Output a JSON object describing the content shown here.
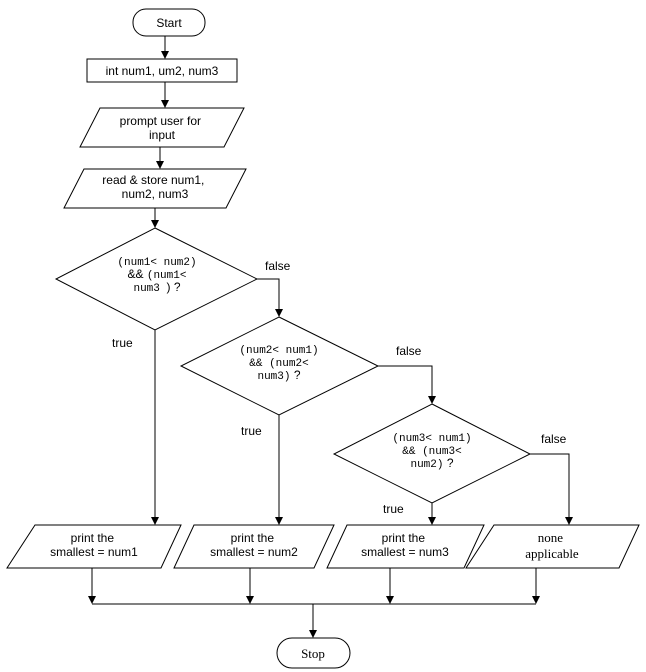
{
  "flowchart": {
    "start_label": "Start",
    "declare_label": "int num1, um2, num3",
    "prompt_lines": [
      "prompt user for",
      "input"
    ],
    "read_lines": [
      "read & store num1,",
      "num2, num3"
    ],
    "decision1": {
      "lines": [
        [
          {
            "t": "(num1< num2)",
            "f": "mono"
          }
        ],
        [
          {
            "t": "&& ",
            "f": "sans"
          },
          {
            "t": "(num1<",
            "f": "mono"
          }
        ],
        [
          {
            "t": "num3 ",
            "f": "mono"
          },
          {
            "t": ") ?",
            "f": "sans"
          }
        ]
      ],
      "true_label": "true",
      "false_label": "false"
    },
    "decision2": {
      "lines": [
        [
          {
            "t": "(num2< num1)",
            "f": "mono"
          }
        ],
        [
          {
            "t": "&& (num2<",
            "f": "mono"
          }
        ],
        [
          {
            "t": "num3)",
            "f": "mono"
          },
          {
            "t": " ?",
            "f": "sans"
          }
        ]
      ],
      "true_label": "true",
      "false_label": "false"
    },
    "decision3": {
      "lines": [
        [
          {
            "t": "(num3< num1)",
            "f": "mono"
          }
        ],
        [
          {
            "t": "&& (num3<",
            "f": "mono"
          }
        ],
        [
          {
            "t": "num2)",
            "f": "mono"
          },
          {
            "t": " ?",
            "f": "sans"
          }
        ]
      ],
      "true_label": "true",
      "false_label": "false"
    },
    "output1_lines": [
      "print the",
      "smallest = num1"
    ],
    "output2_lines": [
      "print the",
      "smallest = num2"
    ],
    "output3_lines": [
      "print the",
      "smallest = num3"
    ],
    "output4_lines": [
      "none",
      "applicable"
    ],
    "stop_label": "Stop"
  }
}
